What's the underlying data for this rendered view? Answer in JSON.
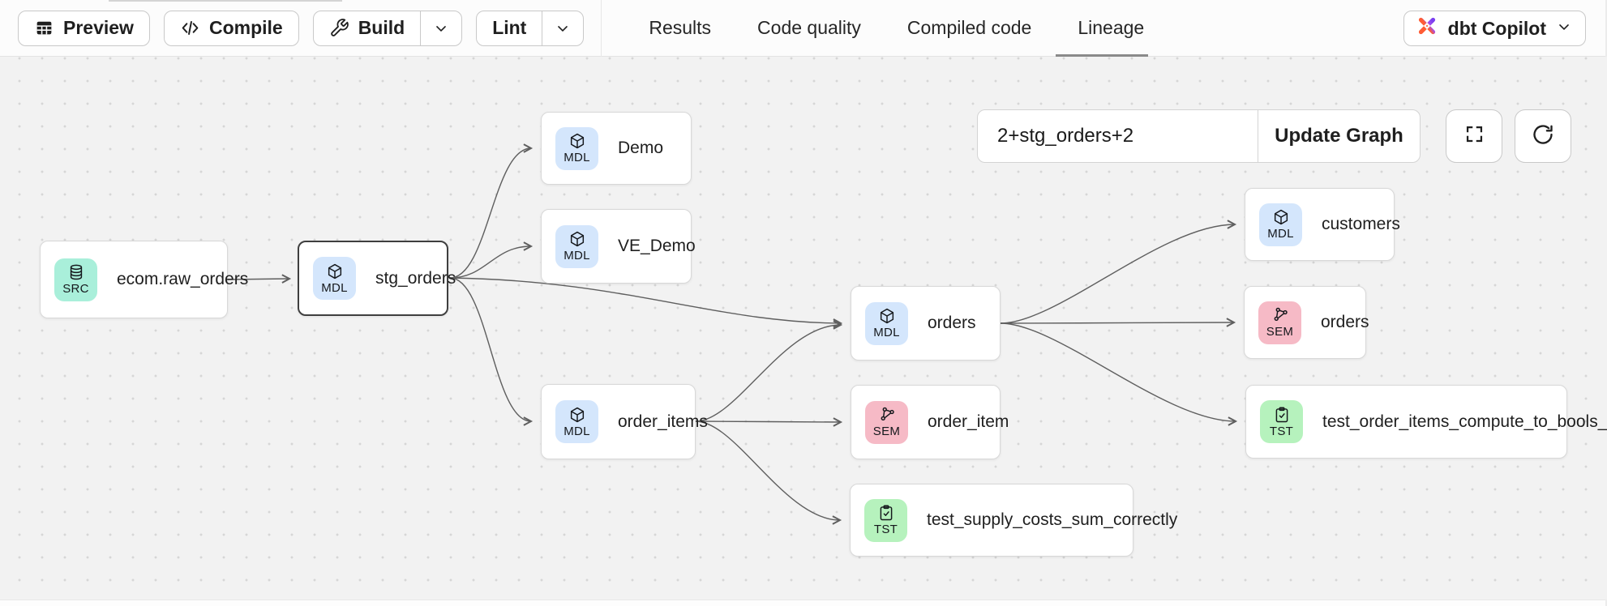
{
  "header": {
    "buttons": {
      "preview": "Preview",
      "compile": "Compile",
      "build": "Build",
      "lint": "Lint"
    },
    "tabs": [
      {
        "label": "Results",
        "active": false
      },
      {
        "label": "Code quality",
        "active": false
      },
      {
        "label": "Compiled code",
        "active": false
      },
      {
        "label": "Lineage",
        "active": true
      }
    ],
    "copilot_label": "dbt Copilot"
  },
  "lineage": {
    "selector_value": "2+stg_orders+2",
    "update_button_label": "Update Graph",
    "badge_colors": {
      "SRC": "#a9efda",
      "MDL": "#d4e6fc",
      "SEM": "#f6bac6",
      "TST": "#b6f2bd"
    },
    "nodes": [
      {
        "label": "ecom.raw_orders",
        "type": "source",
        "badge": "SRC",
        "selected": false
      },
      {
        "label": "stg_orders",
        "type": "model",
        "badge": "MDL",
        "selected": true
      },
      {
        "label": "Demo",
        "type": "model",
        "badge": "MDL",
        "selected": false
      },
      {
        "label": "VE_Demo",
        "type": "model",
        "badge": "MDL",
        "selected": false
      },
      {
        "label": "order_items",
        "type": "model",
        "badge": "MDL",
        "selected": false
      },
      {
        "label": "orders",
        "type": "model",
        "badge": "MDL",
        "selected": false
      },
      {
        "label": "order_item",
        "type": "semantic",
        "badge": "SEM",
        "selected": false
      },
      {
        "label": "customers",
        "type": "model",
        "badge": "MDL",
        "selected": false
      },
      {
        "label": "orders",
        "type": "semantic",
        "badge": "SEM",
        "selected": false
      },
      {
        "label": "test_order_items_compute_to_bools_c...",
        "type": "test",
        "badge": "TST",
        "selected": false
      },
      {
        "label": "test_supply_costs_sum_correctly",
        "type": "test",
        "badge": "TST",
        "selected": false
      }
    ],
    "edges": [
      {
        "from": "ecom.raw_orders",
        "to": "stg_orders"
      },
      {
        "from": "stg_orders",
        "to": "Demo"
      },
      {
        "from": "stg_orders",
        "to": "VE_Demo"
      },
      {
        "from": "stg_orders",
        "to": "orders (model)"
      },
      {
        "from": "stg_orders",
        "to": "order_items"
      },
      {
        "from": "order_items",
        "to": "orders (model)"
      },
      {
        "from": "order_items",
        "to": "order_item"
      },
      {
        "from": "order_items",
        "to": "test_supply_costs_sum_correctly"
      },
      {
        "from": "orders (model)",
        "to": "customers"
      },
      {
        "from": "orders (model)",
        "to": "orders (semantic)"
      },
      {
        "from": "orders (model)",
        "to": "test_order_items_compute_to_bools_c..."
      }
    ]
  }
}
